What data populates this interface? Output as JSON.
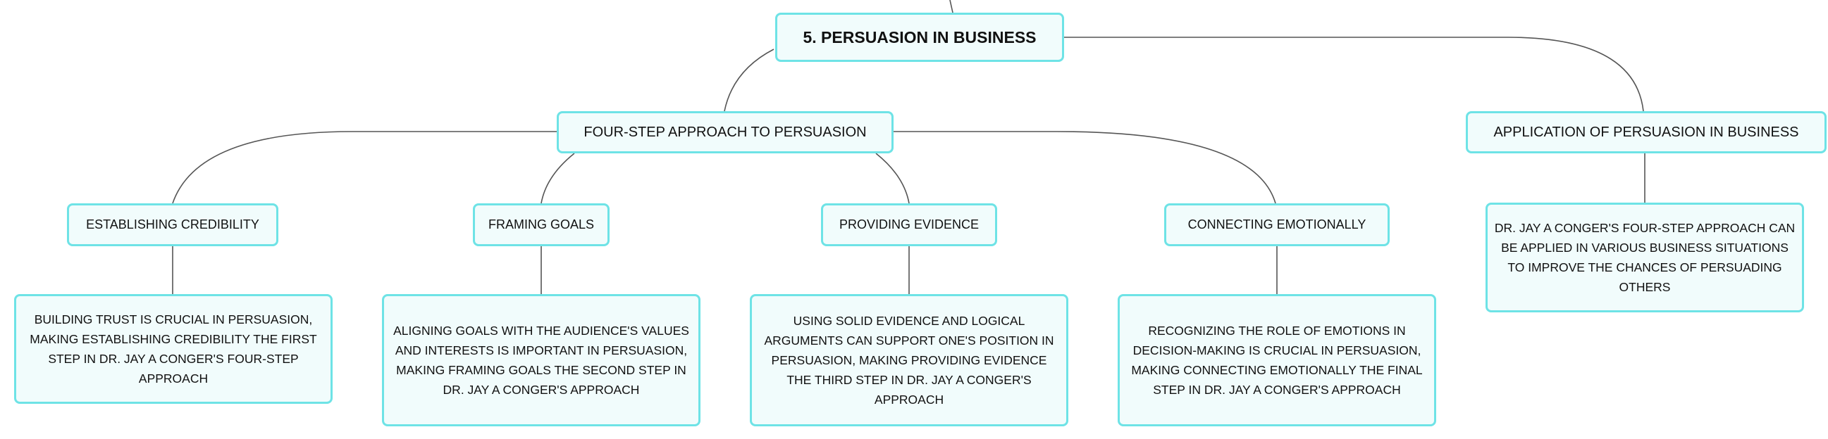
{
  "mindmap": {
    "root": {
      "label": "5. PERSUASION IN BUSINESS"
    },
    "branches": [
      {
        "label": "FOUR-STEP APPROACH TO PERSUASION",
        "children": [
          {
            "label": "ESTABLISHING CREDIBILITY",
            "detail": "BUILDING TRUST IS CRUCIAL IN PERSUASION, MAKING ESTABLISHING CREDIBILITY THE FIRST STEP IN DR. JAY A CONGER'S FOUR-STEP APPROACH"
          },
          {
            "label": "FRAMING GOALS",
            "detail": "ALIGNING GOALS WITH THE AUDIENCE'S VALUES AND INTERESTS IS IMPORTANT IN PERSUASION, MAKING FRAMING GOALS THE SECOND STEP IN DR. JAY A CONGER'S APPROACH"
          },
          {
            "label": "PROVIDING EVIDENCE",
            "detail": "USING SOLID EVIDENCE AND LOGICAL ARGUMENTS CAN SUPPORT ONE'S POSITION IN PERSUASION, MAKING PROVIDING EVIDENCE THE THIRD STEP IN DR. JAY A CONGER'S APPROACH"
          },
          {
            "label": "CONNECTING EMOTIONALLY",
            "detail": "RECOGNIZING THE ROLE OF EMOTIONS IN DECISION-MAKING IS CRUCIAL IN PERSUASION, MAKING CONNECTING EMOTIONALLY THE FINAL STEP IN DR. JAY A CONGER'S APPROACH"
          }
        ]
      },
      {
        "label": "APPLICATION OF PERSUASION IN BUSINESS",
        "detail": "DR. JAY A CONGER'S FOUR-STEP APPROACH CAN BE APPLIED IN VARIOUS BUSINESS SITUATIONS TO IMPROVE THE CHANCES OF PERSUADING OTHERS"
      }
    ]
  }
}
